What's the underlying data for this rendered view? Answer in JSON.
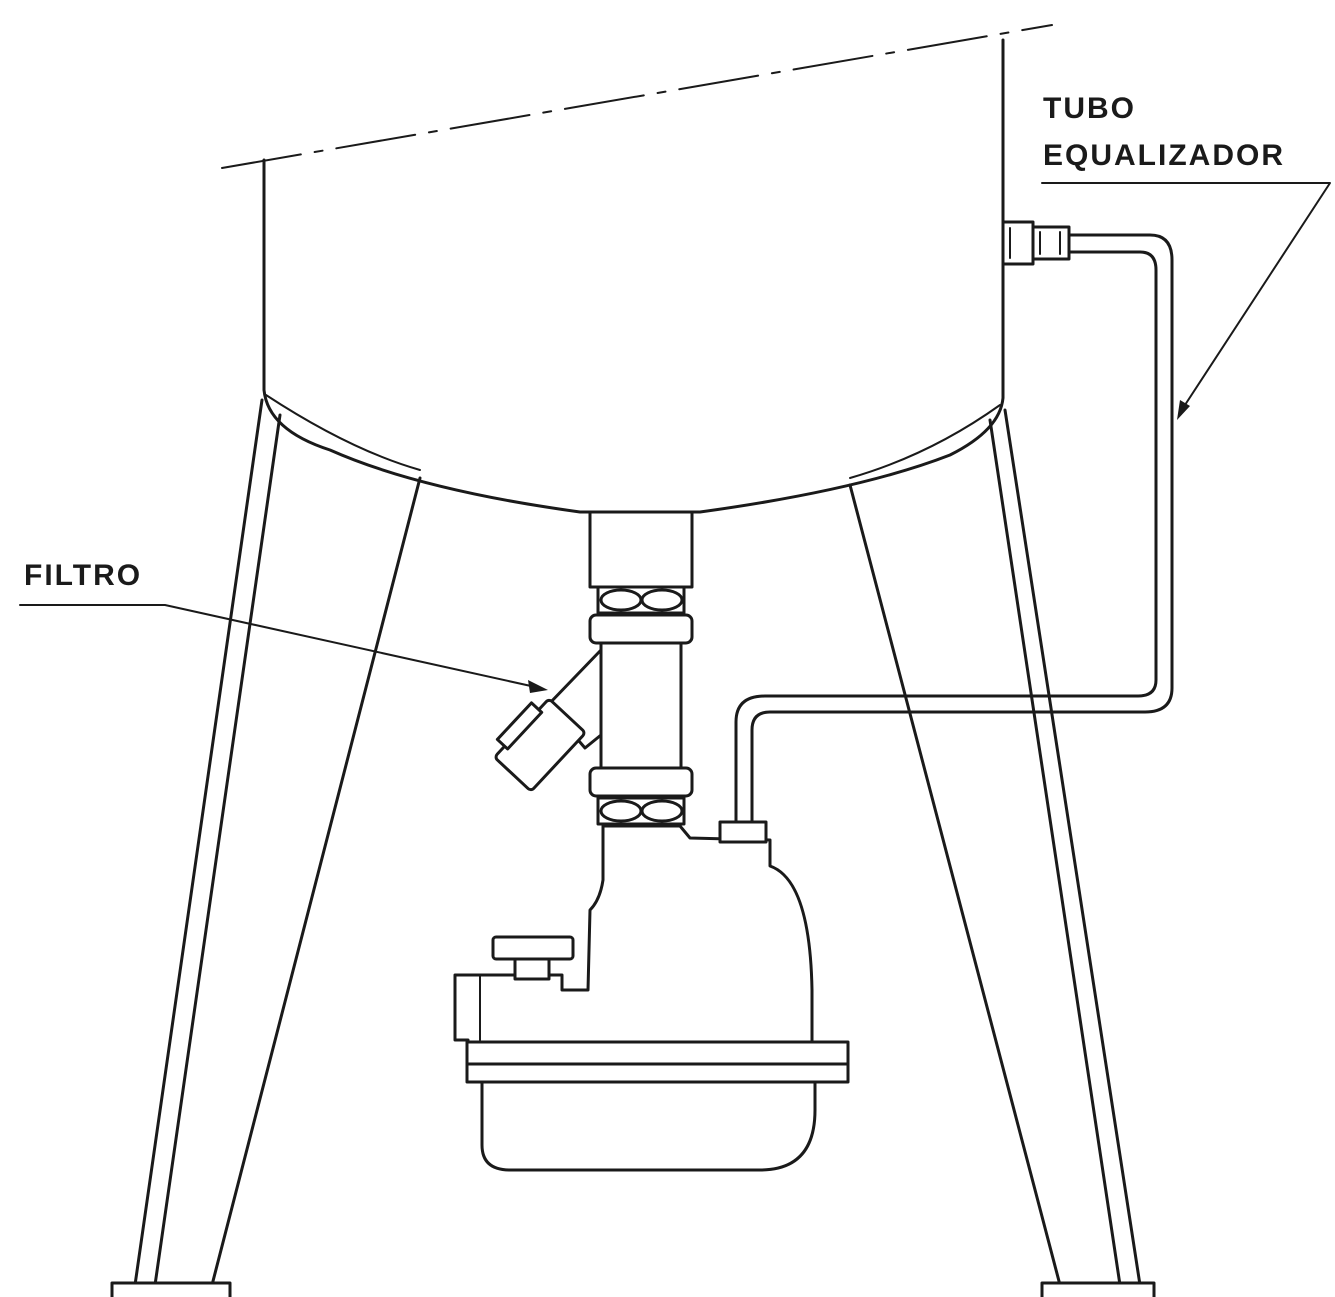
{
  "labels": {
    "filtro": "FILTRO",
    "tubo_line1": "TUBO",
    "tubo_line2": "EQUALIZADOR"
  },
  "colors": {
    "line": "#1a1a1a",
    "background": "#ffffff"
  }
}
